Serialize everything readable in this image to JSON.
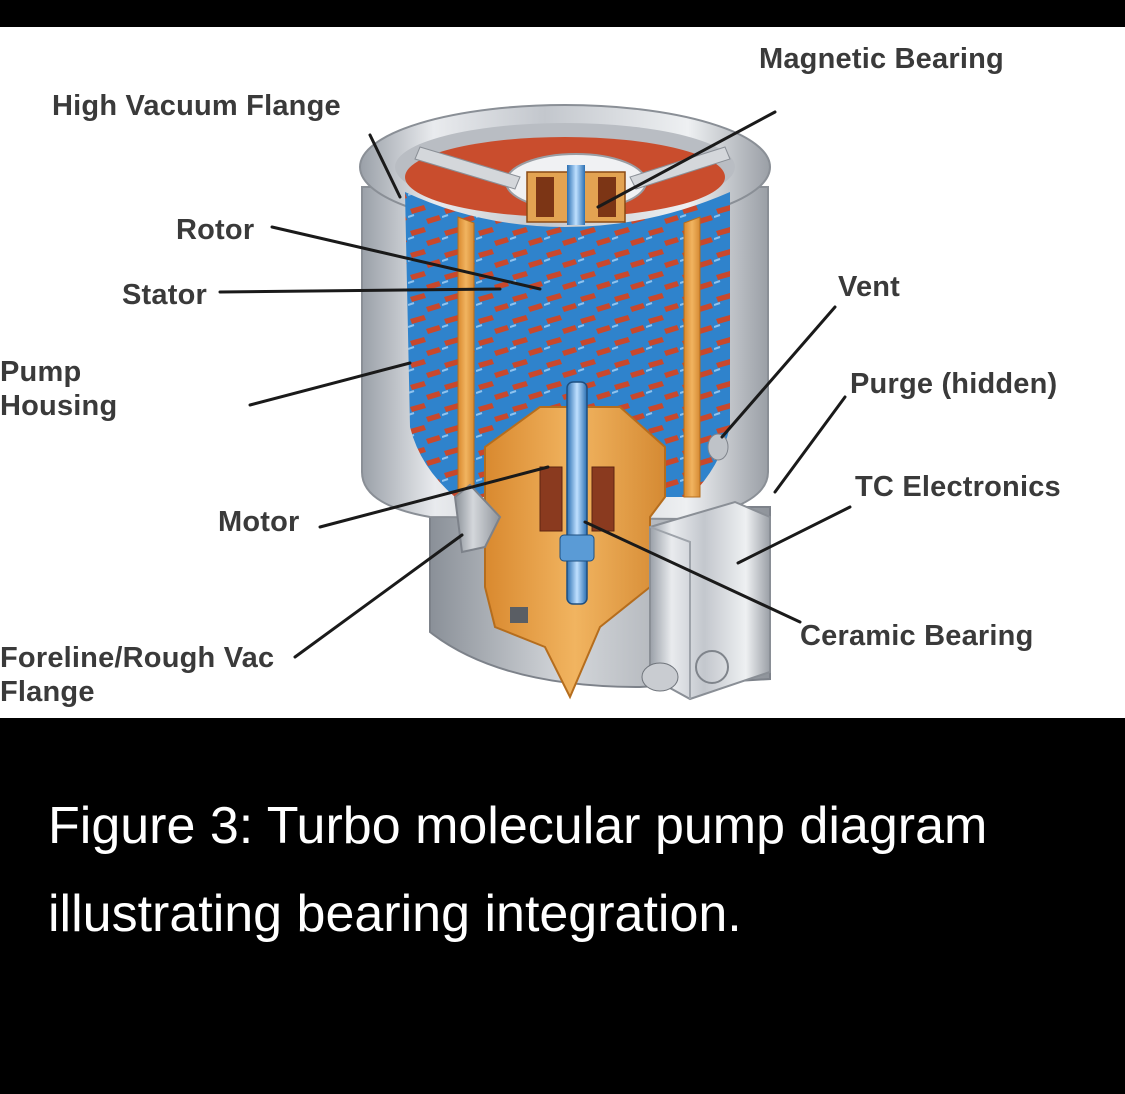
{
  "figure": {
    "labels": {
      "high_vacuum_flange": "High Vacuum Flange",
      "magnetic_bearing": "Magnetic Bearing",
      "rotor": "Rotor",
      "stator": "Stator",
      "vent": "Vent",
      "pump_housing": "Pump\nHousing",
      "purge": "Purge (hidden)",
      "tc_electronics": "TC Electronics",
      "motor": "Motor",
      "ceramic_bearing": "Ceramic Bearing",
      "foreline_flange": "Foreline/Rough Vac\nFlange"
    },
    "colors": {
      "housing": "#c9ccd3",
      "rotor_blue": "#2e7fc8",
      "stator_red": "#c0452b",
      "body_orange": "#e7a04b",
      "leader_line": "#1a1a1a"
    }
  },
  "caption": "Figure 3: Turbo molecular pump diagram illustrating bearing integration."
}
